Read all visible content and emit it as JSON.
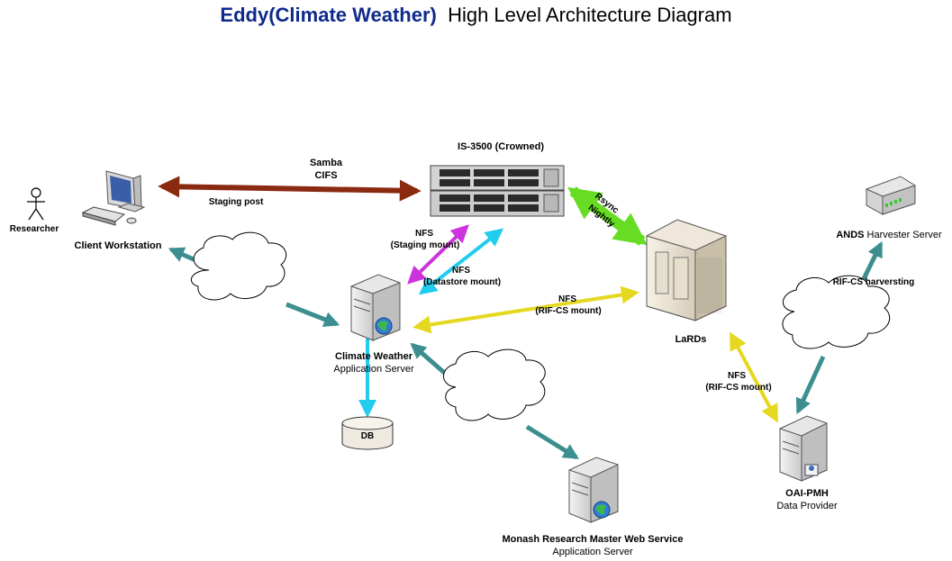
{
  "title": {
    "part1": "Eddy(Climate Weather)",
    "part2": "High Level Architecture Diagram"
  },
  "nodes": {
    "researcher": "Researcher",
    "client": "Client Workstation",
    "storage": "IS-3500 (Crowned)",
    "app_server_1": "Climate Weather",
    "app_server_2": "Application Server",
    "db": "DB",
    "lards": "LaRDs",
    "ands_1": "ANDS",
    "ands_2": "Harvester Server",
    "oai_1": "OAI-PMH",
    "oai_2": "Data Provider",
    "monash_1": "Monash Research Master Web Service",
    "monash_2": "Application Server"
  },
  "edges": {
    "samba_1": "Samba",
    "samba_2": "CIFS",
    "staging_post": "Staging post",
    "nfs_staging_1": "NFS",
    "nfs_staging_2": "(Staging mount)",
    "nfs_datastore_1": "NFS",
    "nfs_datastore_2": "(Datastore mount)",
    "nfs_rifcs_1": "NFS",
    "nfs_rifcs_2": "(RIF-CS mount)",
    "rsync_1": "Rsync",
    "rsync_2": "Nightly",
    "nfs_lards_1": "NFS",
    "nfs_lards_2": "(RIF-CS mount)",
    "rifcs_harvest": "RIF-CS harversting"
  },
  "colors": {
    "title_blue": "#0f2a8c",
    "samba": "#8a2a10",
    "staging_mount": "#cc33dd",
    "datastore_mount": "#22ccee",
    "rifcs_mount": "#e6d820",
    "rsync": "#66dd22",
    "network": "#3d8f8f"
  }
}
